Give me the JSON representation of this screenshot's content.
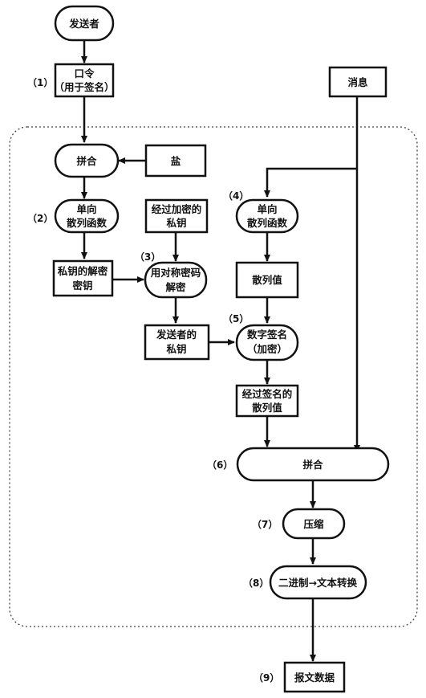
{
  "nodes": {
    "sender": [
      "发送者"
    ],
    "passphrase": [
      "口令",
      "（用于签名）"
    ],
    "message": [
      "消息"
    ],
    "concat1": [
      "拼合"
    ],
    "salt": [
      "盐"
    ],
    "hash1": [
      "单向",
      "散列函数"
    ],
    "enc_privkey": [
      "经过加密的",
      "私钥"
    ],
    "hash2": [
      "单向",
      "散列函数"
    ],
    "decrypt_key": [
      "私钥的解密",
      "密钥"
    ],
    "symdec": [
      "用对称密码",
      "解密"
    ],
    "hashval": [
      "散列值"
    ],
    "sender_privkey": [
      "发送者的",
      "私钥"
    ],
    "sign": [
      "数字签名",
      "（加密）"
    ],
    "signed_hash": [
      "经过签名的",
      "散列值"
    ],
    "concat2": [
      "拼合"
    ],
    "compress": [
      "压缩"
    ],
    "b2t": [
      "二进制→文本转换"
    ],
    "output": [
      "报文数据"
    ]
  },
  "steps": {
    "s1": "（1）",
    "s2": "（2）",
    "s3": "（3）",
    "s4": "（4）",
    "s5": "（5）",
    "s6": "（6）",
    "s7": "（7）",
    "s8": "（8）",
    "s9": "（9）"
  }
}
